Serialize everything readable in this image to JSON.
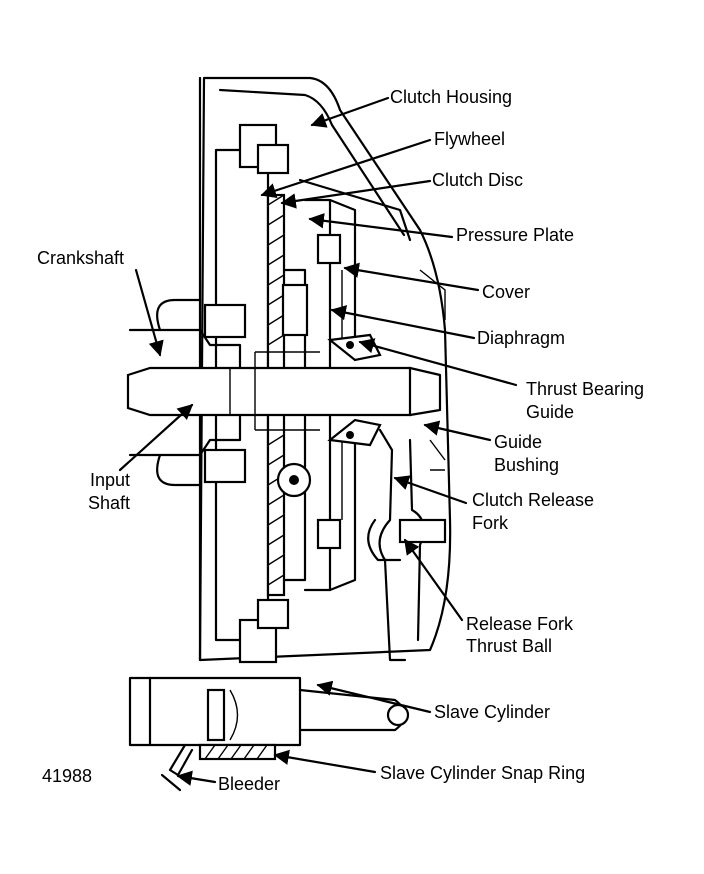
{
  "figure_number": "41988",
  "labels": {
    "clutch_housing": "Clutch Housing",
    "flywheel": "Flywheel",
    "clutch_disc": "Clutch Disc",
    "pressure_plate": "Pressure Plate",
    "crankshaft": "Crankshaft",
    "cover": "Cover",
    "diaphragm": "Diaphragm",
    "thrust_bearing_1": "Thrust Bearing",
    "thrust_bearing_2": "Guide",
    "guide_bushing_1": "Guide",
    "guide_bushing_2": "Bushing",
    "input_shaft_1": "Input",
    "input_shaft_2": "Shaft",
    "release_fork_1": "Clutch Release",
    "release_fork_2": "Fork",
    "thrust_ball_1": "Release Fork",
    "thrust_ball_2": "Thrust Ball",
    "slave_cylinder": "Slave Cylinder",
    "snap_ring": "Slave Cylinder Snap Ring",
    "bleeder": "Bleeder"
  }
}
